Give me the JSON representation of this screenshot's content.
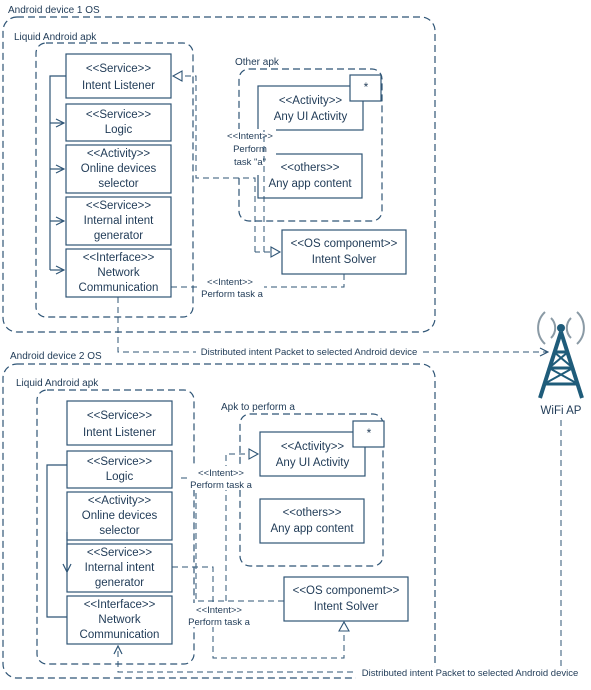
{
  "device1": {
    "title": "Android device 1 OS",
    "liquid_apk": "Liquid Android apk",
    "components": [
      {
        "stereotype": "<<Service>>",
        "name": "Intent Listener"
      },
      {
        "stereotype": "<<Service>>",
        "name": "Logic"
      },
      {
        "stereotype": "<<Activity>>",
        "name": "Online devices",
        "name2": "selector"
      },
      {
        "stereotype": "<<Service>>",
        "name": "Internal intent",
        "name2": "generator"
      },
      {
        "stereotype": "<<Interface>>",
        "name": "Network",
        "name2": "Communication"
      }
    ],
    "other_apk": {
      "title": "Other apk",
      "activity": {
        "stereotype": "<<Activity>>",
        "name": "Any UI Activity",
        "marker": "*"
      },
      "others": {
        "stereotype": "<<others>>",
        "name": "Any app content"
      }
    },
    "intent_note": {
      "line1": "<<Intent>>",
      "line2": "Perform",
      "line3": "task \"a\""
    },
    "os_component": {
      "stereotype": "<<OS componemt>>",
      "name": "Intent Solver"
    },
    "intent_bottom": {
      "line1": "<<Intent>>",
      "line2": "Perform task a"
    }
  },
  "distributed_top": "Distributed intent Packet to selected Android device",
  "wifi": {
    "label": "WiFi AP",
    "color": "#1f5c7a"
  },
  "device2": {
    "title": "Android device 2 OS",
    "liquid_apk": "Liquid Android apk",
    "components": [
      {
        "stereotype": "<<Service>>",
        "name": "Intent Listener"
      },
      {
        "stereotype": "<<Service>>",
        "name": "Logic"
      },
      {
        "stereotype": "<<Activity>>",
        "name": "Online devices",
        "name2": "selector"
      },
      {
        "stereotype": "<<Service>>",
        "name": "Internal intent",
        "name2": "generator"
      },
      {
        "stereotype": "<<Interface>>",
        "name": "Network",
        "name2": "Communication"
      }
    ],
    "apk_perform": {
      "title": "Apk to perform a",
      "activity": {
        "stereotype": "<<Activity>>",
        "name": "Any UI Activity",
        "marker": "*"
      },
      "others": {
        "stereotype": "<<others>>",
        "name": "Any app content"
      }
    },
    "intent_note": {
      "line1": "<<Intent>>",
      "line2": "Perform task a"
    },
    "os_component": {
      "stereotype": "<<OS componemt>>",
      "name": "Intent Solver"
    },
    "intent_bottom": {
      "line1": "<<Intent>>",
      "line2": "Perform task a"
    }
  },
  "distributed_bottom": "Distributed intent Packet to selected Android device"
}
